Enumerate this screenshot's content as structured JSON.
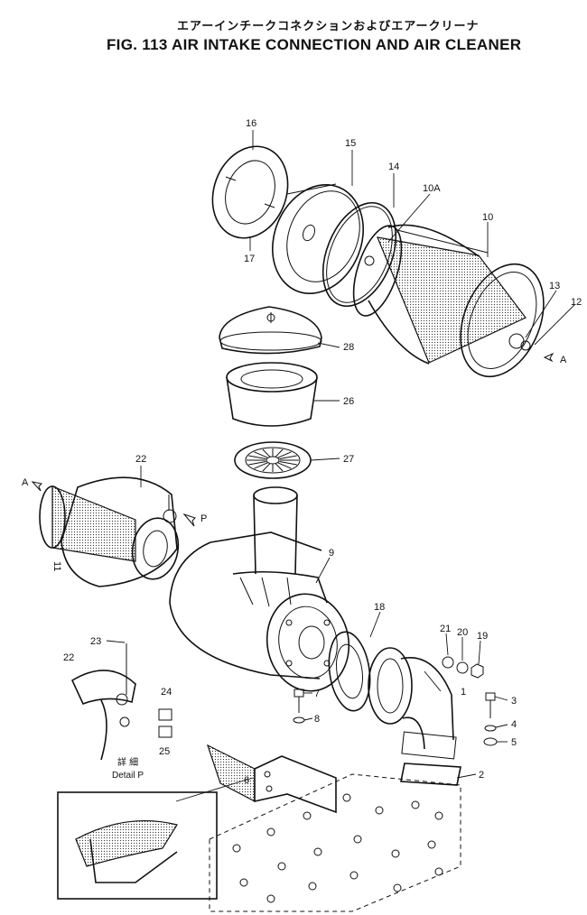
{
  "figure": {
    "title_jp": "エアーインチークコネクションおよびエアークリーナ",
    "title_en": "FIG. 113  AIR INTAKE CONNECTION AND AIR CLEANER",
    "detail_label_jp": "詳 細",
    "detail_label_en": "Detail P"
  },
  "callouts": {
    "c16": "16",
    "c17": "17",
    "c15": "15",
    "c14": "14",
    "c10a": "10A",
    "c10": "10",
    "c13": "13",
    "c12": "12",
    "ca_right": "A",
    "c28": "28",
    "c26": "26",
    "c27": "27",
    "c22": "22",
    "ca_left": "A",
    "cp": "P",
    "c11": "11",
    "c9": "9",
    "c18": "18",
    "c21": "21",
    "c20": "20",
    "c19": "19",
    "c23": "23",
    "c22b": "22",
    "c24": "24",
    "c25": "25",
    "c7": "7",
    "c8": "8",
    "c3": "3",
    "c4": "4",
    "c5": "5",
    "c1": "1",
    "c2": "2",
    "c6": "6"
  }
}
